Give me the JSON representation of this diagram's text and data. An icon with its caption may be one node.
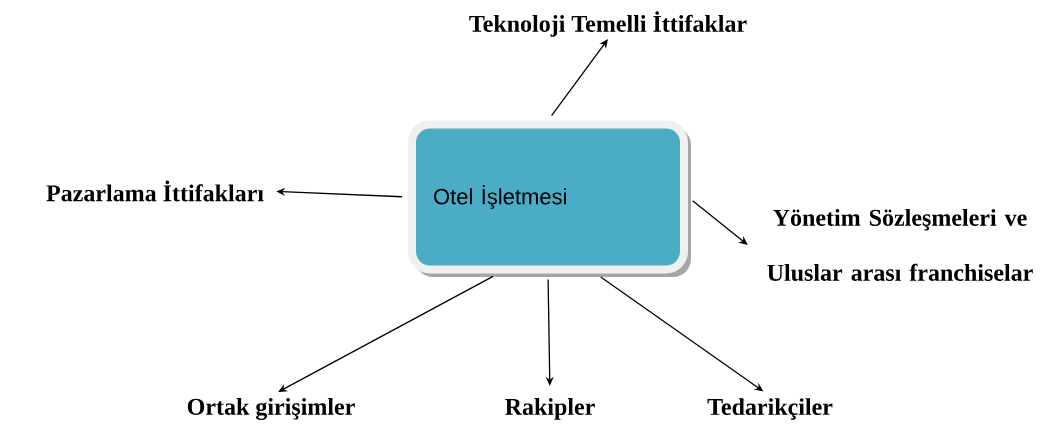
{
  "diagram": {
    "nodes": [
      {
        "text": [
          "Otel İşletmesi"
        ]
      },
      {
        "text": [
          "Teknoloji Temelli İttifaklar"
        ]
      },
      {
        "text": [
          "Pazarlama İttifakları"
        ]
      },
      {
        "text": [
          "Yönetim Sözleşmeleri ve Uluslar arası franchiselar"
        ]
      },
      {
        "text": [
          "Ortak girişimler"
        ]
      },
      {
        "text": [
          "Rakipler"
        ]
      },
      {
        "text": [
          "Tedarikçiler"
        ]
      }
    ],
    "edges": [
      {
        "from": 0,
        "to": 1,
        "arrow": "to"
      },
      {
        "from": 0,
        "to": 2,
        "arrow": "to"
      },
      {
        "from": 0,
        "to": 3,
        "arrow": "to"
      },
      {
        "from": 0,
        "to": 4,
        "arrow": "to"
      },
      {
        "from": 0,
        "to": 5,
        "arrow": "to"
      },
      {
        "from": 0,
        "to": 6,
        "arrow": "to"
      }
    ]
  }
}
